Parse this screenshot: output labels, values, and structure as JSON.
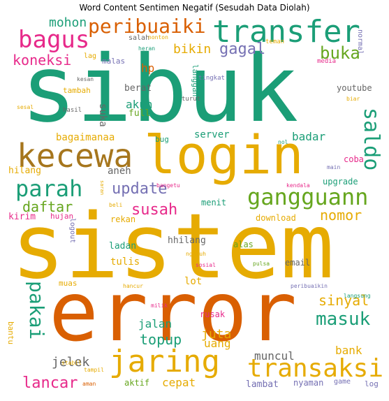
{
  "chart_data": {
    "type": "wordcloud",
    "title": "Word Content Sentimen Negatif (Sesudah Data Diolah)",
    "colors": {
      "green": "#1b9e77",
      "orange": "#d95f02",
      "purple": "#7570b3",
      "pink": "#e7298a",
      "lime": "#66a61e",
      "yellow": "#e6ab02",
      "brown": "#a6761d",
      "gray": "#666666"
    },
    "words": [
      {
        "text": "sibuk",
        "color": "green",
        "rotate": 0
      },
      {
        "text": "sistem",
        "color": "yellow",
        "rotate": 0
      },
      {
        "text": "error",
        "color": "orange",
        "rotate": 0
      },
      {
        "text": "login",
        "color": "yellow",
        "rotate": 0
      },
      {
        "text": "kecewa",
        "color": "brown",
        "rotate": 0
      },
      {
        "text": "transfer",
        "color": "green",
        "rotate": 0
      },
      {
        "text": "jaring",
        "color": "yellow",
        "rotate": 0
      },
      {
        "text": "transaksi",
        "color": "yellow",
        "rotate": 0
      },
      {
        "text": "gangguann",
        "color": "lime",
        "rotate": 0
      },
      {
        "text": "parah",
        "color": "green",
        "rotate": 0
      },
      {
        "text": "saldo",
        "color": "green",
        "rotate": 90
      },
      {
        "text": "bagus",
        "color": "pink",
        "rotate": 0
      },
      {
        "text": "peribuaiki",
        "color": "orange",
        "rotate": 0
      },
      {
        "text": "pakai",
        "color": "green",
        "rotate": 90
      },
      {
        "text": "masuk",
        "color": "green",
        "rotate": 0
      },
      {
        "text": "update",
        "color": "purple",
        "rotate": 0
      },
      {
        "text": "buka",
        "color": "lime",
        "rotate": 0
      },
      {
        "text": "lancar",
        "color": "pink",
        "rotate": 0
      },
      {
        "text": "susah",
        "color": "pink",
        "rotate": 0
      },
      {
        "text": "gagal",
        "color": "purple",
        "rotate": 0
      },
      {
        "text": "daftar",
        "color": "lime",
        "rotate": 0
      },
      {
        "text": "koneksi",
        "color": "pink",
        "rotate": 0
      },
      {
        "text": "topup",
        "color": "green",
        "rotate": 0
      },
      {
        "text": "sinyal",
        "color": "yellow",
        "rotate": 0
      },
      {
        "text": "nomor",
        "color": "yellow",
        "rotate": 0
      },
      {
        "text": "bikin",
        "color": "yellow",
        "rotate": 0
      },
      {
        "text": "mohon",
        "color": "green",
        "rotate": 0
      },
      {
        "text": "jelek",
        "color": "gray",
        "rotate": 0
      },
      {
        "text": "cepat",
        "color": "yellow",
        "rotate": 0
      },
      {
        "text": "juta",
        "color": "yellow",
        "rotate": 0
      },
      {
        "text": "uang",
        "color": "yellow",
        "rotate": 0
      },
      {
        "text": "bank",
        "color": "yellow",
        "rotate": 0
      },
      {
        "text": "muncul",
        "color": "gray",
        "rotate": 0
      },
      {
        "text": "akun",
        "color": "green",
        "rotate": 0
      },
      {
        "text": "hp",
        "color": "orange",
        "rotate": 0
      },
      {
        "text": "jalan",
        "color": "green",
        "rotate": 0
      },
      {
        "text": "server",
        "color": "green",
        "rotate": 0
      },
      {
        "text": "badar",
        "color": "green",
        "rotate": 0
      },
      {
        "text": "bagaimanaa",
        "color": "yellow",
        "rotate": 0
      },
      {
        "text": "suka",
        "color": "gray",
        "rotate": 90
      },
      {
        "text": "tulis",
        "color": "yellow",
        "rotate": 0
      },
      {
        "text": "aneh",
        "color": "gray",
        "rotate": 0
      },
      {
        "text": "lambat",
        "color": "purple",
        "rotate": 0
      },
      {
        "text": "full",
        "color": "lime",
        "rotate": 0
      },
      {
        "text": "youtube",
        "color": "gray",
        "rotate": 0
      },
      {
        "text": "upgrade",
        "color": "green",
        "rotate": 0
      },
      {
        "text": "lot",
        "color": "yellow",
        "rotate": 0
      },
      {
        "text": "kirim",
        "color": "pink",
        "rotate": 0
      },
      {
        "text": "nyaman",
        "color": "purple",
        "rotate": 0
      },
      {
        "text": "email",
        "color": "gray",
        "rotate": 0
      },
      {
        "text": "coba",
        "color": "pink",
        "rotate": 0
      },
      {
        "text": "menit",
        "color": "green",
        "rotate": 0
      },
      {
        "text": "rekan",
        "color": "yellow",
        "rotate": 0
      },
      {
        "text": "berat",
        "color": "gray",
        "rotate": 0
      },
      {
        "text": "hilang",
        "color": "yellow",
        "rotate": 0
      },
      {
        "text": "ladan",
        "color": "green",
        "rotate": 0
      },
      {
        "text": "hhilang",
        "color": "gray",
        "rotate": 0
      },
      {
        "text": "download",
        "color": "yellow",
        "rotate": 0
      },
      {
        "text": "aktif",
        "color": "lime",
        "rotate": 0
      },
      {
        "text": "rusak",
        "color": "pink",
        "rotate": 0
      },
      {
        "text": "alas",
        "color": "lime",
        "rotate": 0
      },
      {
        "text": "muas",
        "color": "yellow",
        "rotate": 0
      },
      {
        "text": "bantu",
        "color": "yellow",
        "rotate": 90
      },
      {
        "text": "malas",
        "color": "purple",
        "rotate": 0
      },
      {
        "text": "tambah",
        "color": "yellow",
        "rotate": 0
      },
      {
        "text": "salah",
        "color": "gray",
        "rotate": 0
      },
      {
        "text": "langgan",
        "color": "green",
        "rotate": 90
      },
      {
        "text": "bug",
        "color": "green",
        "rotate": 0
      },
      {
        "text": "normal",
        "color": "purple",
        "rotate": 90
      },
      {
        "text": "game",
        "color": "purple",
        "rotate": 0
      },
      {
        "text": "log",
        "color": "purple",
        "rotate": 0
      },
      {
        "text": "hujan",
        "color": "pink",
        "rotate": 0
      },
      {
        "text": "logout",
        "color": "purple",
        "rotate": 90
      },
      {
        "text": "lag",
        "color": "yellow",
        "rotate": 0
      },
      {
        "text": "hasil",
        "color": "gray",
        "rotate": 0
      },
      {
        "text": "teman",
        "color": "yellow",
        "rotate": 0
      },
      {
        "text": "heran",
        "color": "green",
        "rotate": 0
      },
      {
        "text": "nonton",
        "color": "yellow",
        "rotate": 0
      },
      {
        "text": "tingkat",
        "color": "purple",
        "rotate": 0
      },
      {
        "text": "media",
        "color": "pink",
        "rotate": 0
      },
      {
        "text": "kesan",
        "color": "gray",
        "rotate": 0
      },
      {
        "text": "sesal",
        "color": "yellow",
        "rotate": 0
      },
      {
        "text": "turut",
        "color": "gray",
        "rotate": 0
      },
      {
        "text": "biar",
        "color": "yellow",
        "rotate": 0
      },
      {
        "text": "nol",
        "color": "green",
        "rotate": 0
      },
      {
        "text": "main",
        "color": "purple",
        "rotate": 0
      },
      {
        "text": "saran",
        "color": "yellow",
        "rotate": 90
      },
      {
        "text": "bangetu",
        "color": "pink",
        "rotate": 0
      },
      {
        "text": "kendala",
        "color": "pink",
        "rotate": 0
      },
      {
        "text": "beli",
        "color": "yellow",
        "rotate": 0
      },
      {
        "text": "ngeluh",
        "color": "yellow",
        "rotate": 0
      },
      {
        "text": "sosial",
        "color": "pink",
        "rotate": 0
      },
      {
        "text": "pulsa",
        "color": "lime",
        "rotate": 0
      },
      {
        "text": "hancur",
        "color": "yellow",
        "rotate": 0
      },
      {
        "text": "peribuaikin",
        "color": "purple",
        "rotate": 0
      },
      {
        "text": "langsung",
        "color": "green",
        "rotate": 0
      },
      {
        "text": "milik",
        "color": "pink",
        "rotate": 0
      },
      {
        "text": "stabil",
        "color": "yellow",
        "rotate": 0
      },
      {
        "text": "tampil",
        "color": "yellow",
        "rotate": 0
      },
      {
        "text": "aman",
        "color": "orange",
        "rotate": 0
      }
    ]
  }
}
